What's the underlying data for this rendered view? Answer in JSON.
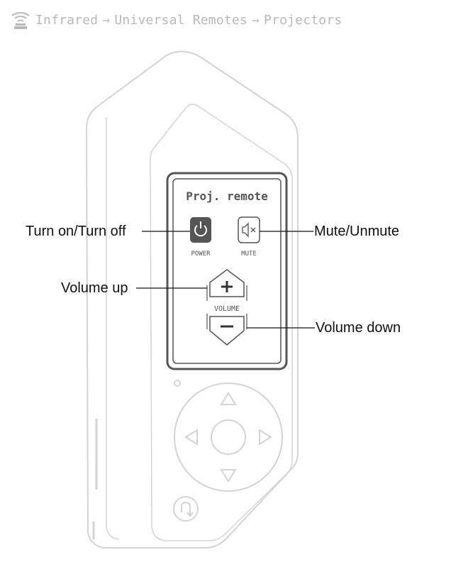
{
  "breadcrumb": {
    "icon": "infrared-icon",
    "items": [
      "Infrared",
      "Universal Remotes",
      "Projectors"
    ],
    "separator": "→"
  },
  "screen": {
    "title": "Proj. remote",
    "buttons": {
      "power": {
        "icon": "power-icon",
        "label": "POWER"
      },
      "mute": {
        "icon": "speaker-mute-icon",
        "label": "MUTE"
      },
      "volume_label": "VOLUME",
      "volume_up_icon": "plus-icon",
      "volume_down_icon": "minus-icon"
    }
  },
  "callouts": {
    "power": "Turn on/Turn off",
    "mute": "Mute/Unmute",
    "vol_up": "Volume up",
    "vol_down": "Volume down"
  },
  "colors": {
    "device_outline": "#d4d4d4",
    "screen_border": "#555555",
    "breadcrumb_text": "#b8b8b8"
  }
}
